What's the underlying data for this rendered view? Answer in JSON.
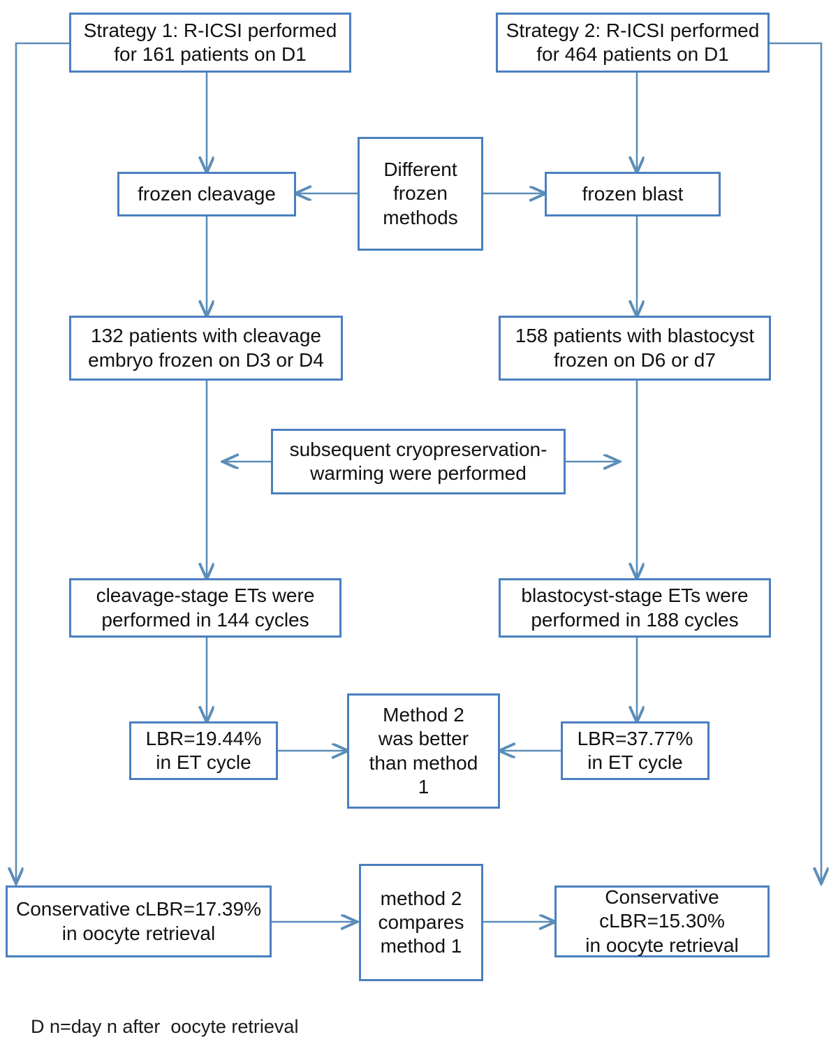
{
  "diagram": {
    "title": "R-ICSI freeze strategy flowchart",
    "accent_color": "#4a7fbf",
    "connector_color": "#5b8db8",
    "background_color": "#ffffff",
    "nodes": {
      "strategy1": "Strategy 1: R-ICSI performed\nfor 161 patients  on D1",
      "strategy2": "Strategy 2: R-ICSI performed\nfor 464 patients  on D1",
      "frozen_cleavage": "frozen cleavage",
      "different_frozen_methods": "Different\nfrozen\nmethods",
      "frozen_blast": "frozen blast",
      "patients_cleavage": "132 patients with cleavage\nembryo frozen on D3 or D4",
      "patients_blastocyst": "158 patients with blastocyst\nfrozen on D6 or d7",
      "cryo_warming": "subsequent cryopreservation-\nwarming were performed",
      "cleavage_ets": "cleavage-stage ETs were\nperformed in 144 cycles",
      "blastocyst_ets": "blastocyst-stage ETs were\nperformed in 188 cycles",
      "lbr_cleavage": "LBR=19.44%\nin ET cycle",
      "method_compare_better": "Method 2\nwas better\nthan method\n1",
      "lbr_blastocyst": "LBR=37.77%\nin ET cycle",
      "clbr_left": "Conservative cLBR=17.39%\nin oocyte retrieval",
      "method_compare_bottom": "method 2\ncompares\nmethod 1",
      "clbr_right": "Conservative cLBR=15.30%\nin oocyte retrieval"
    },
    "footnote": "D n=day n after  oocyte retrieval"
  }
}
